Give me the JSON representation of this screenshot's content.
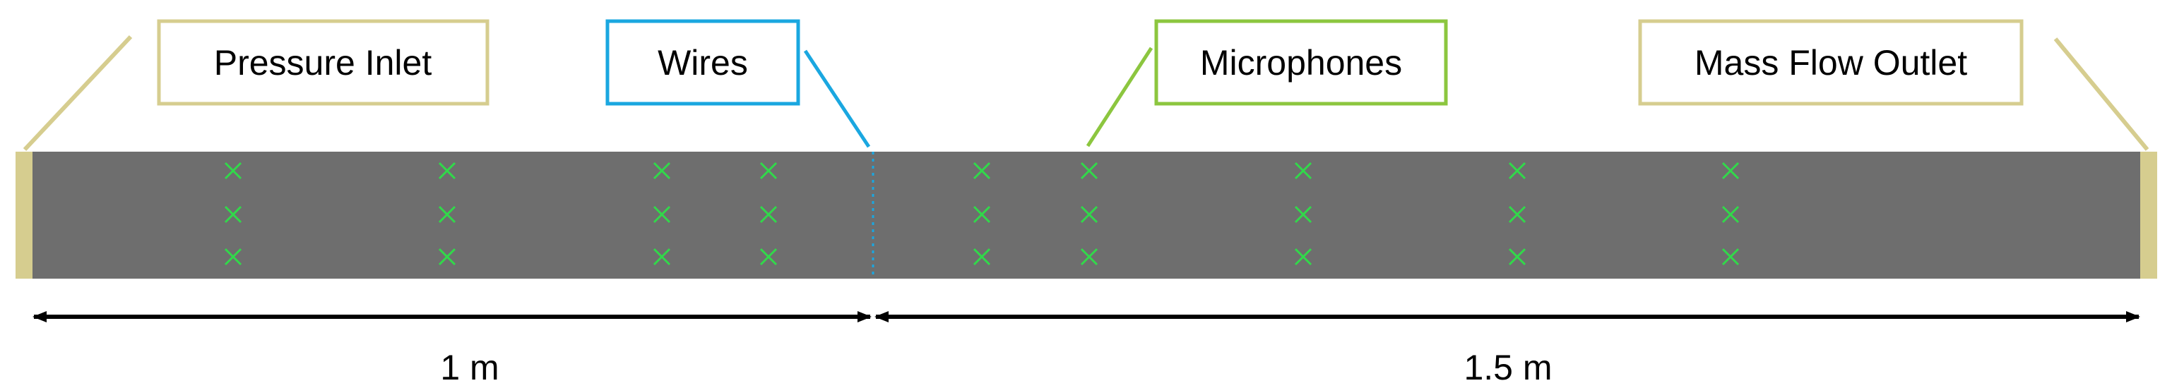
{
  "labels": {
    "pressure_inlet": "Pressure Inlet",
    "wires": "Wires",
    "microphones": "Microphones",
    "mass_flow_outlet": "Mass Flow Outlet"
  },
  "dimensions": {
    "left_length": "1 m",
    "right_length": "1.5 m"
  },
  "colors": {
    "duct": "#6e6e6e",
    "inlet_outlet": "#d6cd8f",
    "wires": "#1aa7e0",
    "microphones": "#8cc63f",
    "mic_marker": "#31d94a",
    "arrow": "#000000"
  }
}
